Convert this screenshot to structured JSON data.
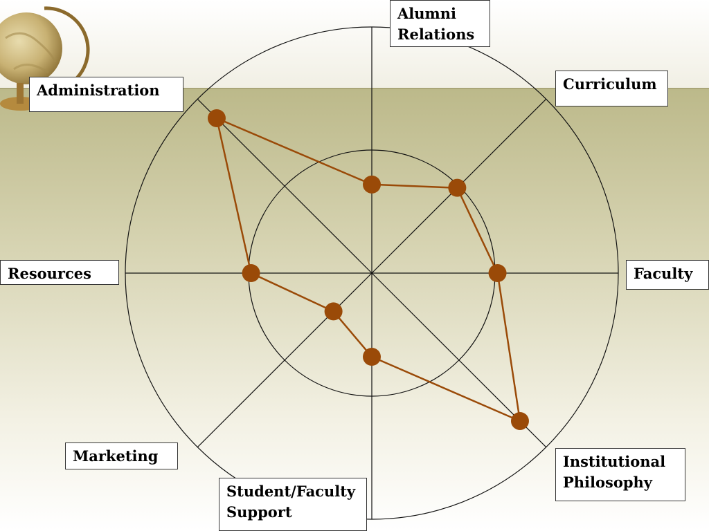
{
  "chart_data": {
    "type": "radar",
    "axes": [
      "Alumni Relations",
      "Curriculum",
      "Faculty",
      "Institutional Philosophy",
      "Student/Faculty Support",
      "Marketing",
      "Resources",
      "Administration"
    ],
    "values": [
      0.36,
      0.49,
      0.51,
      0.85,
      0.34,
      0.22,
      0.49,
      0.89
    ],
    "rings": [
      0.5,
      1.0
    ],
    "grid": true
  },
  "labels": {
    "alumni": "Alumni\nRelations",
    "curriculum": "Curriculum",
    "faculty": "Faculty",
    "institutional": "Institutional\nPhilosophy",
    "student": "Student/Faculty\nSupport",
    "marketing": "Marketing",
    "resources": "Resources",
    "administration": "Administration"
  },
  "colors": {
    "series": "#9a4a08",
    "grid": "#111111",
    "band": "#bdb98b"
  }
}
